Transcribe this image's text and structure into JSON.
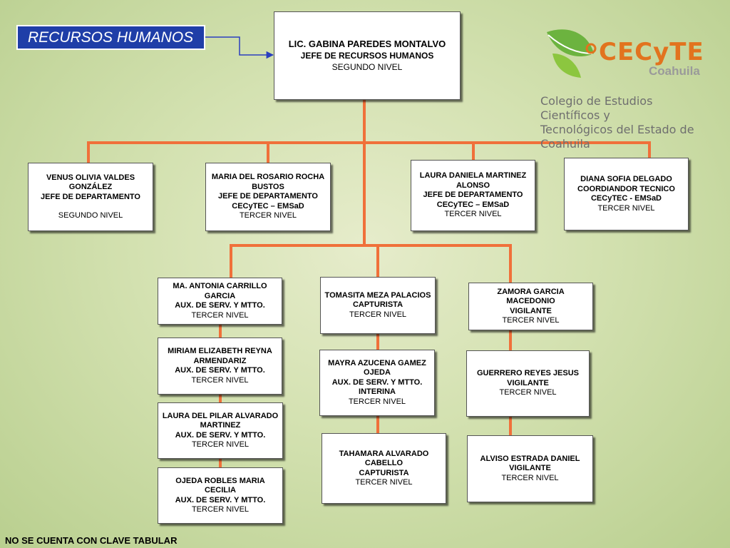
{
  "title": "RECURSOS HUMANOS",
  "head": {
    "name": "LIC. GABINA PAREDES MONTALVO",
    "role": "JEFE DE RECURSOS HUMANOS",
    "level": "SEGUNDO NIVEL"
  },
  "level2": [
    {
      "name": "VENUS OLIVIA VALDES GONZÁLEZ",
      "role": "JEFE DE DEPARTAMENTO",
      "unit": "",
      "level": "SEGUNDO NIVEL"
    },
    {
      "name": "MARIA DEL ROSARIO ROCHA BUSTOS",
      "role": "JEFE DE DEPARTAMENTO",
      "unit": "CECyTEC – EMSaD",
      "level": "TERCER NIVEL"
    },
    {
      "name": "LAURA DANIELA MARTINEZ ALONSO",
      "role": "JEFE DE DEPARTAMENTO",
      "unit": "CECyTEC – EMSaD",
      "level": "TERCER NIVEL"
    },
    {
      "name": "DIANA SOFIA DELGADO",
      "role": "COORDIANDOR TECNICO",
      "unit": "CECyTEC - EMSaD",
      "level": "TERCER NIVEL"
    }
  ],
  "level3": {
    "col1": [
      {
        "name": "MA. ANTONIA CARRILLO GARCIA",
        "role": "AUX. DE SERV. Y MTTO.",
        "level": "TERCER NIVEL"
      },
      {
        "name": "MIRIAM ELIZABETH REYNA ARMENDARIZ",
        "role": "AUX. DE SERV. Y MTTO.",
        "level": "TERCER NIVEL"
      },
      {
        "name": "LAURA DEL PILAR ALVARADO MARTINEZ",
        "role": "AUX. DE SERV. Y MTTO.",
        "level": "TERCER NIVEL"
      },
      {
        "name": "OJEDA ROBLES MARIA CECILIA",
        "role": "AUX. DE SERV. Y MTTO.",
        "level": "TERCER NIVEL"
      }
    ],
    "col2": [
      {
        "name": "TOMASITA MEZA PALACIOS",
        "role": "CAPTURISTA",
        "level": "TERCER NIVEL"
      },
      {
        "name": "MAYRA AZUCENA GAMEZ OJEDA",
        "role": "AUX. DE SERV. Y MTTO. INTERINA",
        "level": "TERCER NIVEL"
      },
      {
        "name": "TAHAMARA ALVARADO CABELLO",
        "role": "CAPTURISTA",
        "level": "TERCER NIVEL"
      }
    ],
    "col3": [
      {
        "name": "ZAMORA GARCIA MACEDONIO",
        "role": "VIGILANTE",
        "level": "TERCER NIVEL"
      },
      {
        "name": "GUERRERO REYES JESUS",
        "role": "VIGILANTE",
        "level": "TERCER NIVEL"
      },
      {
        "name": "ALVISO ESTRADA DANIEL",
        "role": "VIGILANTE",
        "level": "TERCER NIVEL"
      }
    ]
  },
  "footer": "NO SE CUENTA CON CLAVE TABULAR",
  "logo": {
    "brand": "CECyTE",
    "state": "Coahuila",
    "college_line1": "Colegio de Estudios Científicos y",
    "college_line2": "Tecnológicos del Estado de Coahuila"
  },
  "colors": {
    "connector": "#f0703a",
    "title_bg": "#1f3ea8",
    "arrow": "#2a3fbf",
    "brand": "#e2731e",
    "leaf_green": "#6cb33f"
  }
}
